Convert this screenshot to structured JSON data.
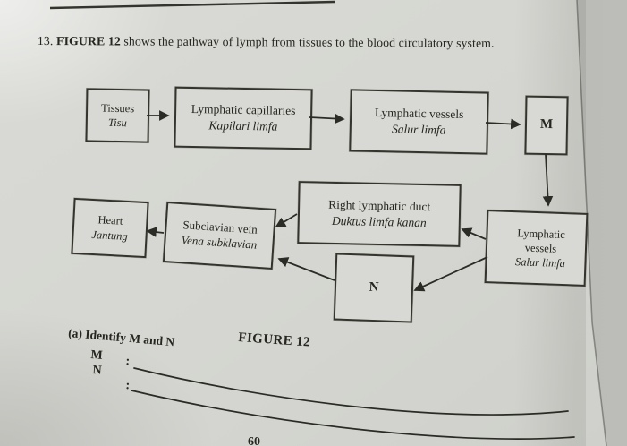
{
  "question": {
    "number": "13.",
    "figure_ref": "FIGURE 12",
    "text": "shows the pathway of lymph from tissues to the blood circulatory system."
  },
  "diagram": {
    "boxes": {
      "tissues": {
        "en": "Tissues",
        "ms": "Tisu"
      },
      "capillaries": {
        "en": "Lymphatic capillaries",
        "ms": "Kapilari limfa"
      },
      "vessels_top": {
        "en": "Lymphatic vessels",
        "ms": "Salur limfa"
      },
      "m": {
        "label": "M"
      },
      "duct": {
        "en": "Right lymphatic duct",
        "ms": "Duktus limfa kanan"
      },
      "vessels_right": {
        "en_line1": "Lymphatic",
        "en_line2": "vessels",
        "ms": "Salur limfa"
      },
      "n": {
        "label": "N"
      },
      "subclavian": {
        "en": "Subclavian vein",
        "ms": "Vena subklavian"
      },
      "heart": {
        "en": "Heart",
        "ms": "Jantung"
      }
    },
    "caption": "FIGURE 12"
  },
  "question_a": {
    "label": "(a) Identify M and N",
    "item_m": "M",
    "item_n": "N",
    "colon": ":"
  },
  "footer": {
    "page_number": "60"
  },
  "colors": {
    "page_bg": "#d6d7d2",
    "ink": "#26261f",
    "box_border": "#34342c",
    "beyond_edge_bg": "#b2b3af"
  }
}
